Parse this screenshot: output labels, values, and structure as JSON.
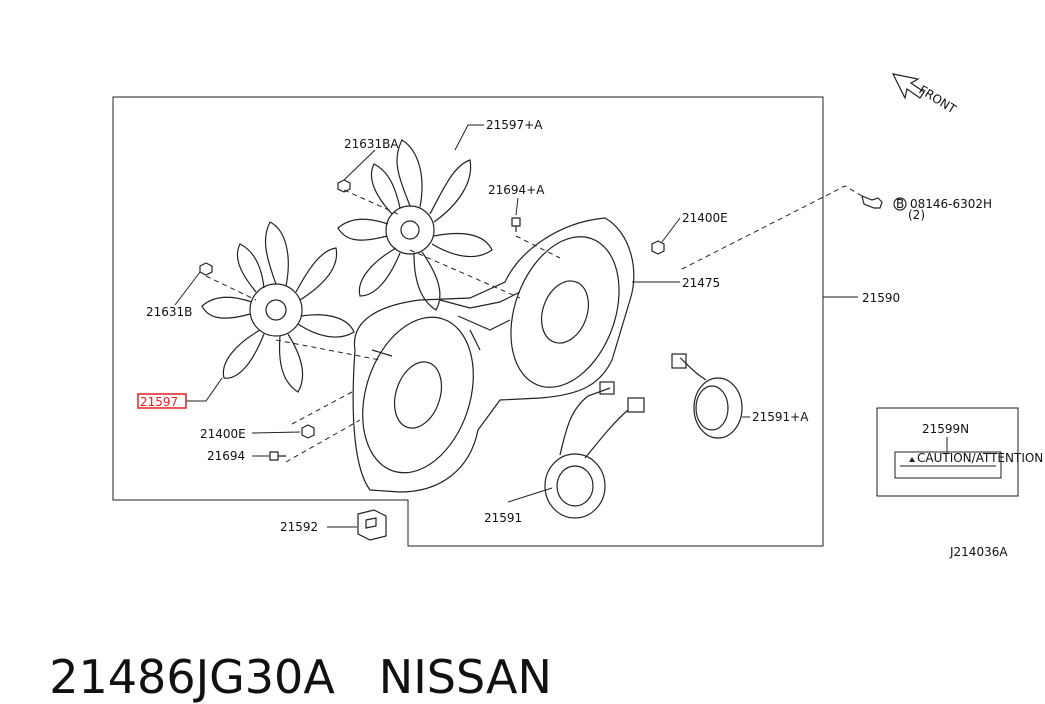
{
  "diagram": {
    "front_label": "FRONT",
    "ref_code": "J214036A",
    "highlight_color": "#e02020",
    "labels": {
      "p21631BA": "21631BA",
      "p21597A": "21597+A",
      "p21694A": "21694+A",
      "p21400E_top": "21400E",
      "p08146": "08146-6302H",
      "p08146_qty": "(2)",
      "p08146_prefix": "B",
      "p21475": "21475",
      "p21590": "21590",
      "p21631B": "21631B",
      "p21597": "21597",
      "p21400E": "21400E",
      "p21694": "21694",
      "p21591A": "21591+A",
      "p21591": "21591",
      "p21592": "21592",
      "p21599N": "21599N",
      "caution": "CAUTION/ATTENTION"
    }
  },
  "caption": {
    "part_number": "21486JG30A",
    "brand": "NISSAN"
  }
}
